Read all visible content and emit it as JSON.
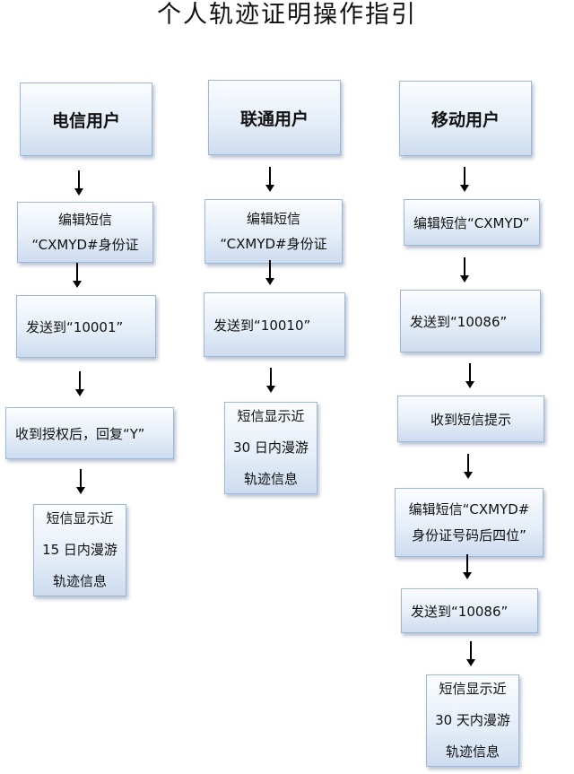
{
  "title": "个人轨迹证明操作指引",
  "telecom": {
    "header": "电信用户",
    "step1": [
      "编辑短信",
      "“CXMYD#身份证"
    ],
    "step2": "发送到“10001”",
    "step3": "收到授权后，回复“Y”",
    "result": [
      "短信显示近",
      "15 日内漫游",
      "轨迹信息"
    ]
  },
  "unicom": {
    "header": "联通用户",
    "step1": [
      "编辑短信",
      "“CXMYD#身份证"
    ],
    "step2": "发送到“10010”",
    "result": [
      "短信显示近",
      "30 日内漫游",
      "轨迹信息"
    ]
  },
  "mobile": {
    "header": "移动用户",
    "step1": "编辑短信“CXMYD”",
    "step2": "发送到“10086”",
    "step3": "收到短信提示",
    "step4": [
      "编辑短信“CXMYD#",
      "身份证号码后四位”"
    ],
    "step5": "发送到“10086”",
    "result": [
      "短信显示近",
      "30 天内漫游",
      "轨迹信息"
    ]
  }
}
